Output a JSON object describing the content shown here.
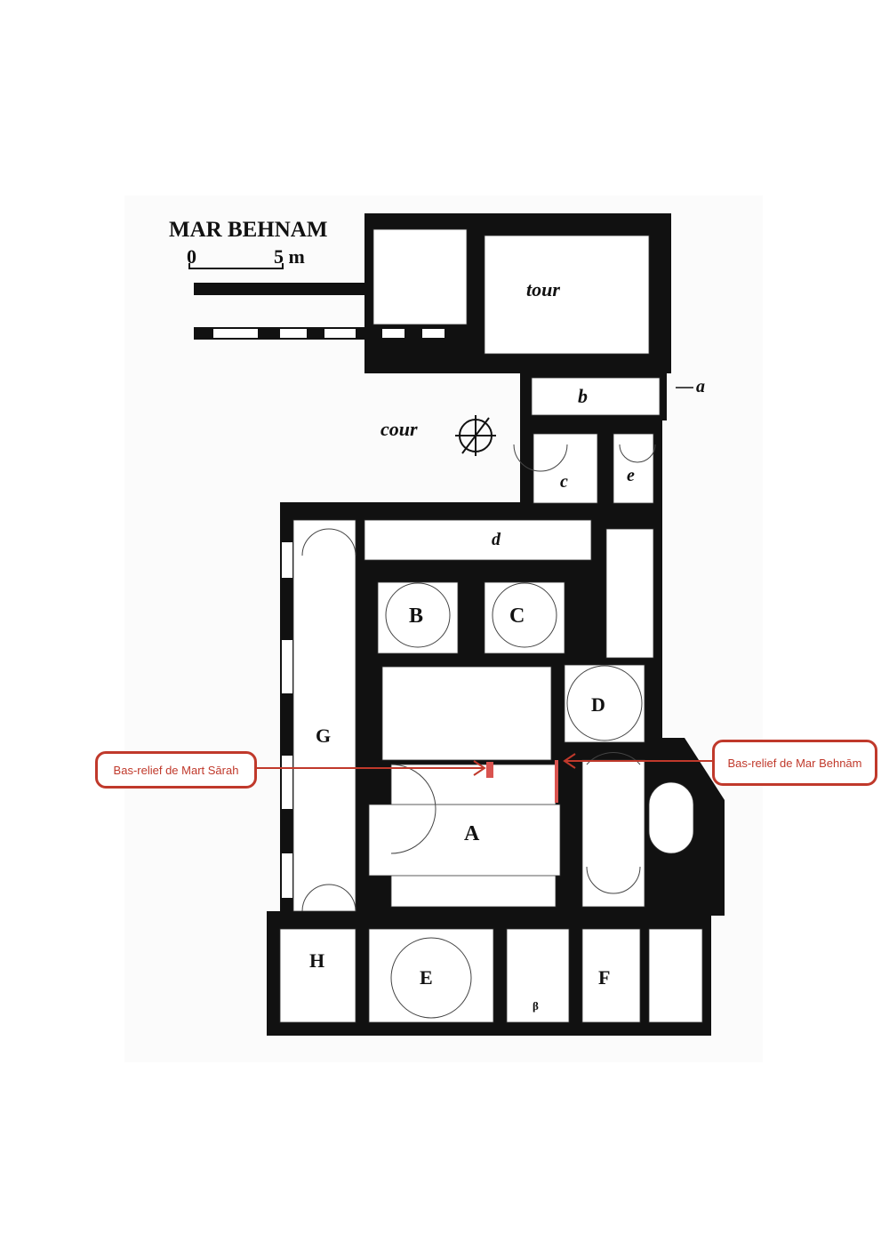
{
  "title": "MAR BEHNAM",
  "scale": {
    "zero": "0",
    "five": "5 m"
  },
  "rooms": {
    "tour": "tour",
    "cour": "cour",
    "a": "a",
    "b": "b",
    "c": "c",
    "d": "d",
    "e": "e",
    "A": "A",
    "B": "B",
    "C": "C",
    "D": "D",
    "E": "E",
    "F": "F",
    "G": "G",
    "H": "H",
    "beta": "β"
  },
  "callouts": {
    "left": "Bas-relief de Mart Sārah",
    "right": "Bas-relief de Mar Behnām"
  },
  "colors": {
    "accent": "#c0392b",
    "wall": "#111111"
  }
}
